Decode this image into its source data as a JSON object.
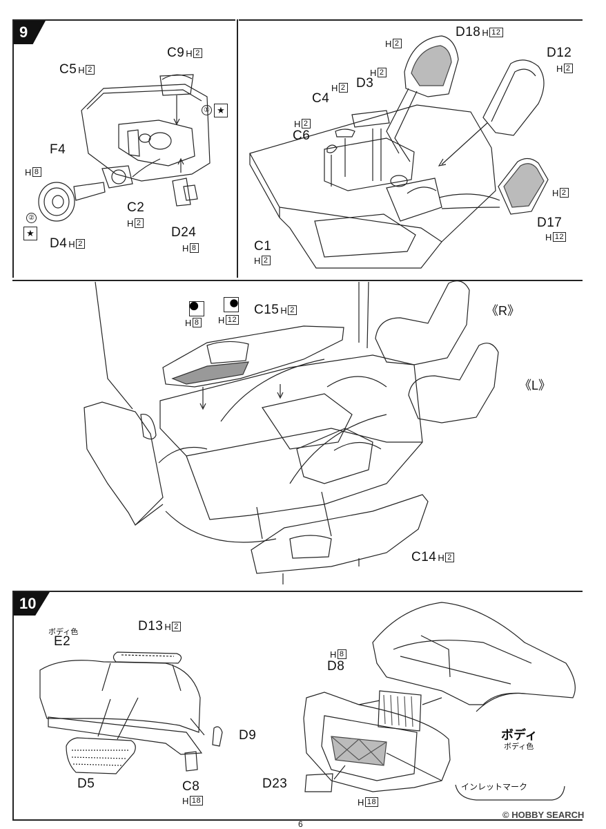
{
  "steps": {
    "step9": "9",
    "step10": "10"
  },
  "labels": {
    "c9": {
      "part": "C9",
      "h": "H",
      "n": "2"
    },
    "c5": {
      "part": "C5",
      "h": "H",
      "n": "2"
    },
    "f4": {
      "part": "F4"
    },
    "h8_wheel": {
      "h": "H",
      "n": "8"
    },
    "c2": {
      "part": "C2",
      "h": "H",
      "n": "2"
    },
    "d4": {
      "part": "D4",
      "h": "H",
      "n": "2"
    },
    "d24": {
      "part": "D24",
      "h": "H",
      "n": "8"
    },
    "d18": {
      "part": "D18",
      "h": "H",
      "n": "12"
    },
    "h2_d18": {
      "h": "H",
      "n": "2"
    },
    "d12": {
      "part": "D12",
      "h": "H",
      "n": "2"
    },
    "d3": {
      "part": "D3",
      "h": "H",
      "n": "2"
    },
    "c4": {
      "part": "C4",
      "h": "H",
      "n": "2"
    },
    "c6": {
      "part": "C6",
      "h": "H",
      "n": "2"
    },
    "d17": {
      "part": "D17",
      "h": "H",
      "n": "12"
    },
    "h2_d17": {
      "h": "H",
      "n": "2"
    },
    "c1": {
      "part": "C1",
      "h": "H",
      "n": "2"
    },
    "c15": {
      "part": "C15",
      "h": "H",
      "n": "2"
    },
    "h8_c15": {
      "h": "H",
      "n": "8"
    },
    "h12_c15": {
      "h": "H",
      "n": "12"
    },
    "c14": {
      "part": "C14",
      "h": "H",
      "n": "2"
    },
    "d13": {
      "part": "D13",
      "h": "H",
      "n": "2"
    },
    "e2": {
      "part": "E2"
    },
    "d9": {
      "part": "D9"
    },
    "d5": {
      "part": "D5"
    },
    "c8": {
      "part": "C8",
      "h": "H",
      "n": "18"
    },
    "d8": {
      "part": "D8",
      "h": "H",
      "n": "8"
    },
    "d23": {
      "part": "D23"
    },
    "h18_d23": {
      "h": "H",
      "n": "18"
    }
  },
  "side_labels": {
    "right": "《R》",
    "left": "《L》"
  },
  "notes": {
    "circle1": "①",
    "circle2": "②",
    "body_color_e2": "ボディ色",
    "body_big": "ボディ",
    "body_color": "ボディ色",
    "inlet_mark": "インレットマーク"
  },
  "footer": {
    "page_number": "6",
    "watermark": "© HOBBY SEARCH"
  }
}
